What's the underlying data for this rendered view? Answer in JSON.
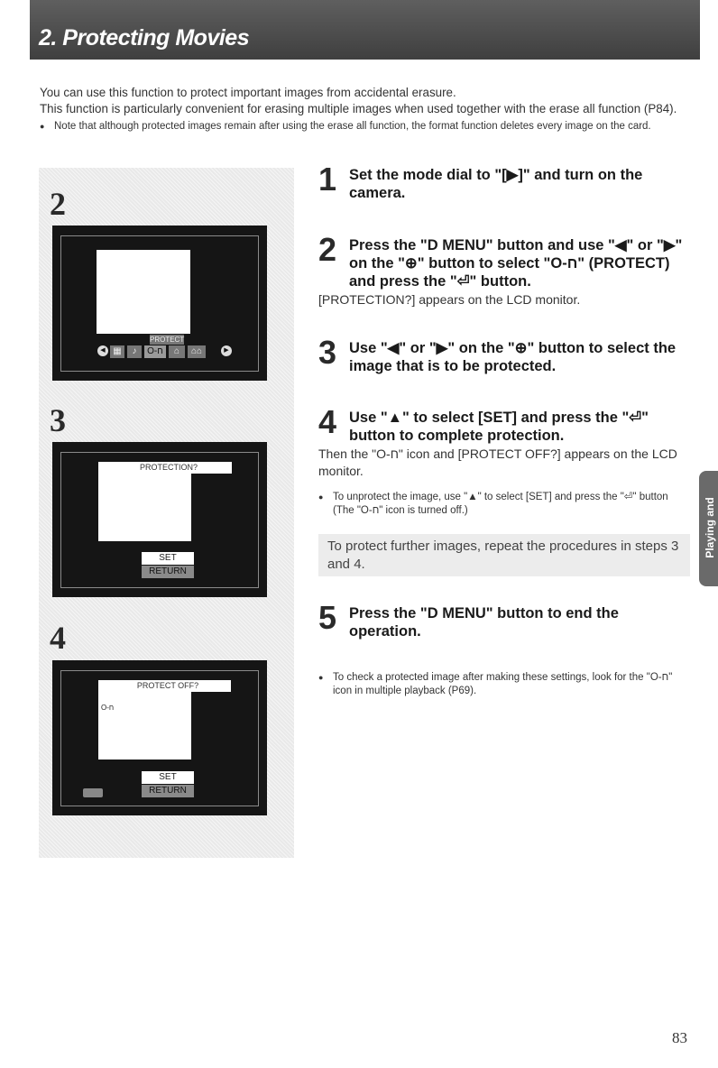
{
  "header": {
    "title": "2. Protecting Movies"
  },
  "intro": {
    "line1": "You can use this function to protect important images from accidental erasure.",
    "line2": "This function is particularly convenient for erasing multiple images when used together with the erase all function (P84).",
    "note": "Note that although protected images remain after using the erase all function, the format function deletes every image on the card."
  },
  "panels": [
    {
      "number": "2",
      "protect_tag": "PROTECT"
    },
    {
      "number": "3",
      "dialog": "PROTECTION?",
      "set": "SET",
      "return": "RETURN"
    },
    {
      "number": "4",
      "dialog": "PROTECT OFF?",
      "set": "SET",
      "return": "RETURN"
    }
  ],
  "steps": [
    {
      "number": "1",
      "heading": "Set the mode dial to \"[▶]\" and turn on the camera."
    },
    {
      "number": "2",
      "heading": "Press the \"D MENU\" button and use \"◀\" or \"▶\" on the \"⊕\" button to select \"O‑ח\" (PROTECT) and press the \"⏎\" button.",
      "body": "[PROTECTION?] appears on the LCD monitor."
    },
    {
      "number": "3",
      "heading": "Use \"◀\" or \"▶\" on the \"⊕\" button to select the image that is to be protected."
    },
    {
      "number": "4",
      "heading": "Use \"▲\" to select [SET] and press the \"⏎\" button to complete protection.",
      "body": "Then the \"O‑ח\" icon and [PROTECT OFF?] appears on the LCD monitor.",
      "bullet": "To unprotect the image, use \"▲\" to select [SET] and press the \"⏎\" button (The \"O‑ח\" icon is turned off.)"
    },
    {
      "number": "5",
      "heading": "Press the \"D MENU\" button to end the operation.",
      "bullet": "To check a protected image after making these settings, look for the \"O‑ח\" icon in multiple playback (P69)."
    }
  ],
  "note_box": "To protect further images, repeat the procedures in steps 3 and 4.",
  "side_tab": "Playing and",
  "page_number": "83"
}
